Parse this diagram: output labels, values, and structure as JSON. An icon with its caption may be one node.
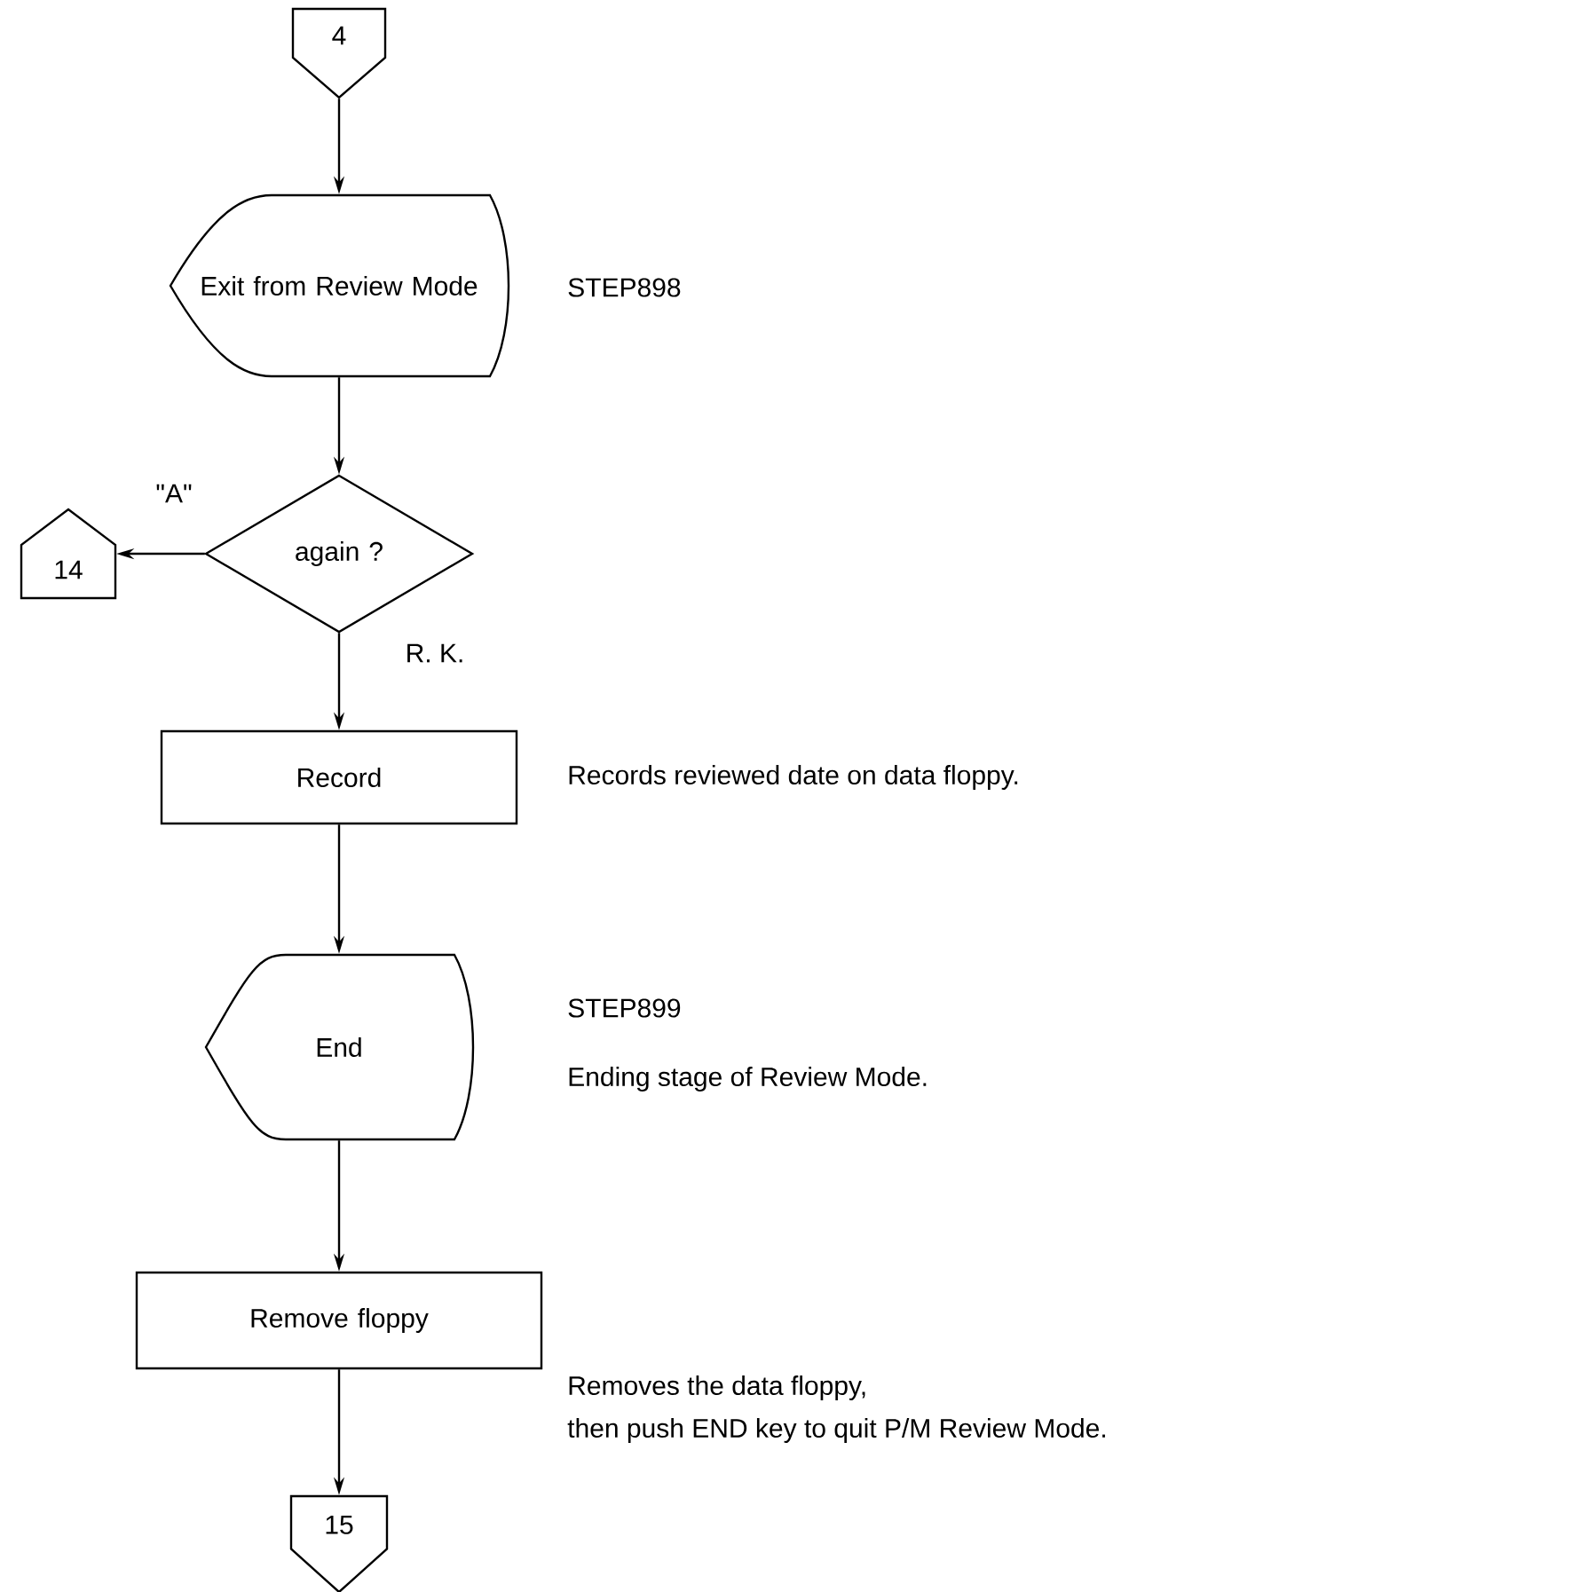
{
  "diagram": {
    "nodes": [
      {
        "text": [
          "4"
        ]
      },
      {
        "text": [
          "Exit from Review Mode"
        ],
        "beside": [
          "STEP898"
        ]
      },
      {
        "text": [
          "again ?"
        ]
      },
      {
        "text": [
          "14"
        ]
      },
      {
        "text": [
          "Record"
        ],
        "beside": [
          "Records reviewed date on data floppy."
        ]
      },
      {
        "text": [
          "End"
        ],
        "beside": [
          "STEP899",
          "Ending stage of Review Mode."
        ]
      },
      {
        "text": [
          "Remove floppy"
        ],
        "beside": [
          "Removes the data floppy,",
          "then push END key to quit P/M Review Mode."
        ]
      },
      {
        "text": [
          "15"
        ]
      }
    ],
    "edges": [
      {
        "from": 0,
        "to": 1,
        "arrow": "to"
      },
      {
        "from": 1,
        "to": 2,
        "arrow": "to"
      },
      {
        "from": 2,
        "to": 3,
        "arrow": "to",
        "label": "\"A\""
      },
      {
        "from": 2,
        "to": 4,
        "arrow": "to",
        "label": "R. K."
      },
      {
        "from": 4,
        "to": 5,
        "arrow": "to"
      },
      {
        "from": 5,
        "to": 6,
        "arrow": "to"
      },
      {
        "from": 6,
        "to": 7,
        "arrow": "to"
      }
    ]
  }
}
